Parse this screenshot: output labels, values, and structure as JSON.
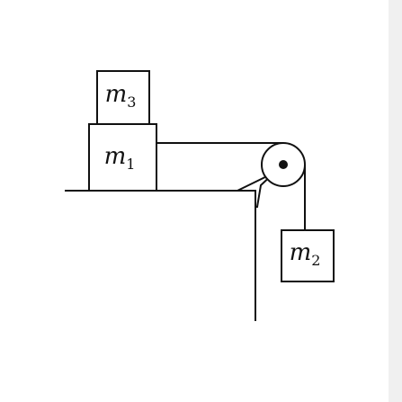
{
  "diagram": {
    "masses": [
      {
        "id": "m1",
        "base": "m",
        "subscript": "1"
      },
      {
        "id": "m2",
        "base": "m",
        "subscript": "2"
      },
      {
        "id": "m3",
        "base": "m",
        "subscript": "3"
      }
    ],
    "colors": {
      "line": "#111111",
      "background": "#ffffff",
      "side_strip": "#f0f0f0"
    }
  }
}
